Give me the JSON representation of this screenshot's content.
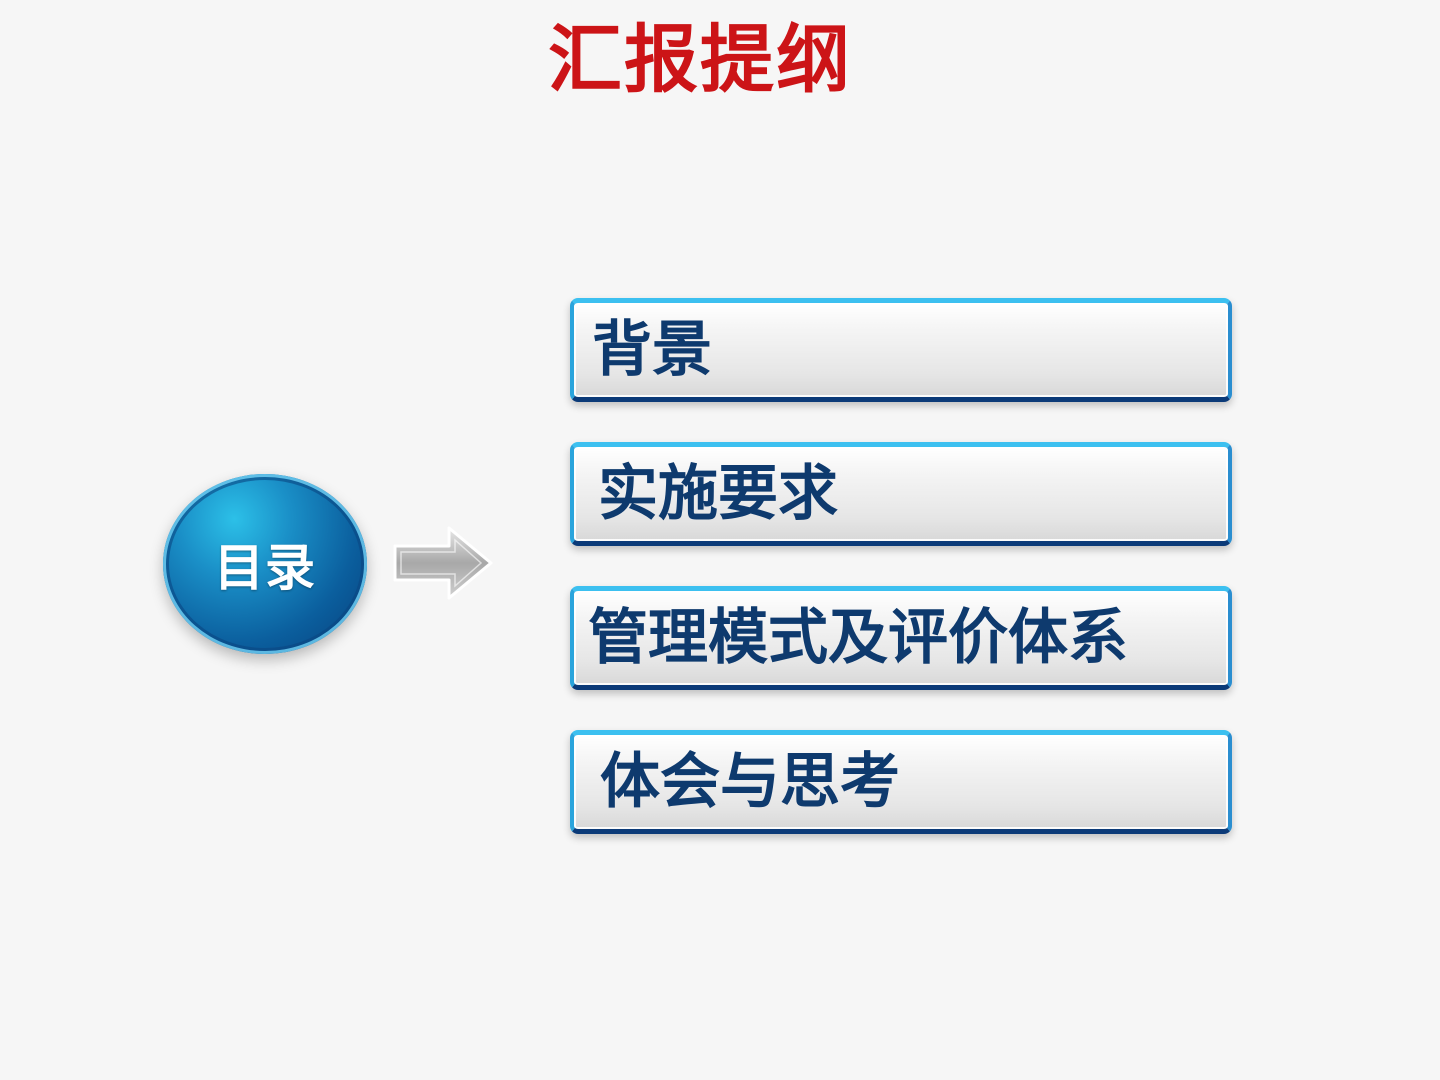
{
  "slide": {
    "title": "汇报提纲",
    "toc_label": "目录",
    "arrow_icon": "arrow-right-icon",
    "items": [
      {
        "label": "背景"
      },
      {
        "label": "实施要求"
      },
      {
        "label": "管理模式及评价体系"
      },
      {
        "label": "体会与思考"
      }
    ]
  },
  "colors": {
    "title": "#cc1417",
    "item_text": "#0e3a6e",
    "circle_blue": "#0b5f9e",
    "border_top": "#3cc0f0",
    "border_bottom": "#0b3a78",
    "background": "#f6f6f6"
  }
}
